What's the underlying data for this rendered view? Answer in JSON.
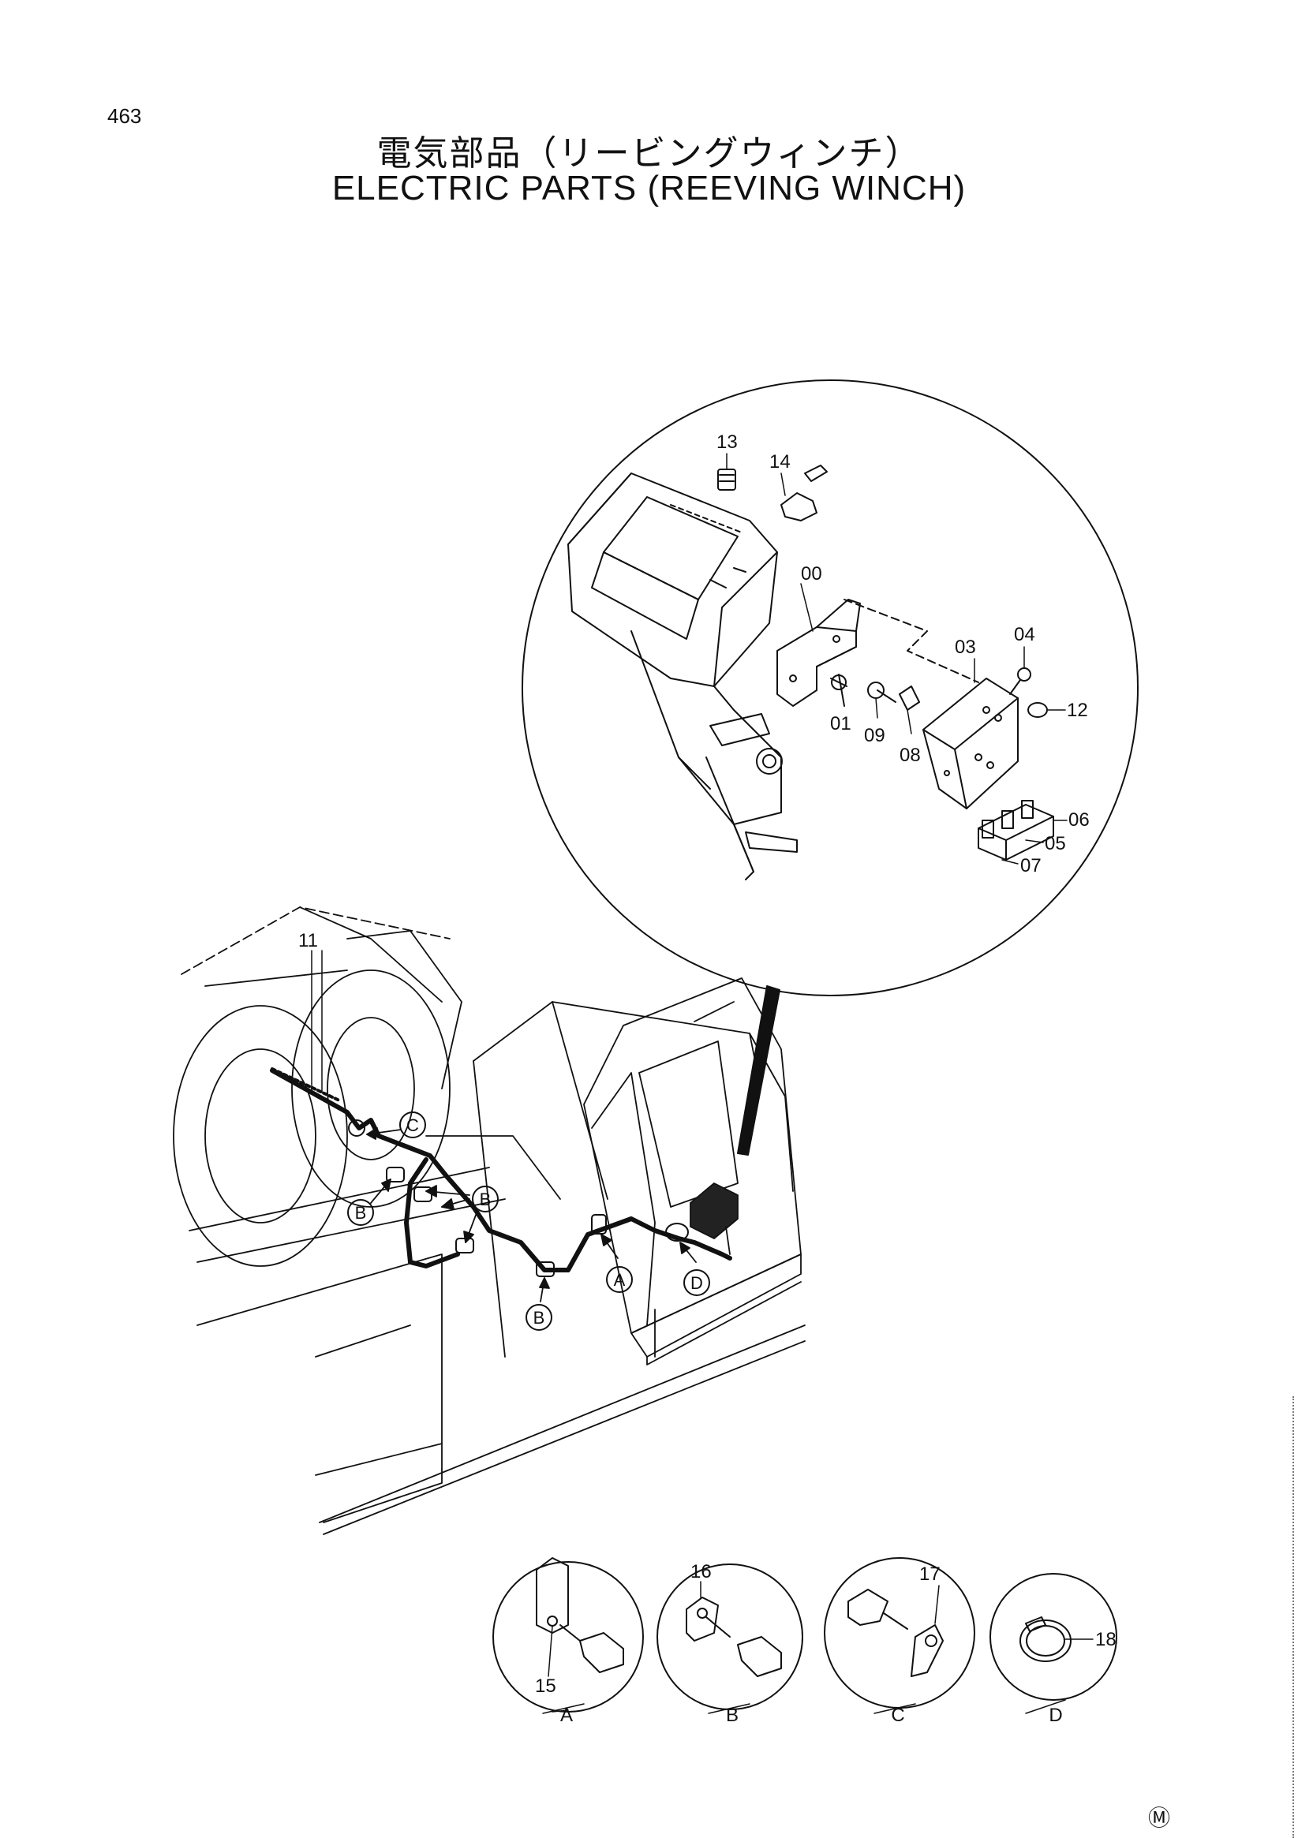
{
  "page_number": "463",
  "title_jp": "電気部品（リービングウィンチ）",
  "title_en": "ELECTRIC PARTS (REEVING WINCH)",
  "mark": "Ⓜ",
  "callouts": {
    "p13": "13",
    "p14": "14",
    "p00": "00",
    "p03": "03",
    "p04": "04",
    "p12": "12",
    "p01": "01",
    "p09": "09",
    "p08": "08",
    "p06": "06",
    "p05": "05",
    "p07": "07",
    "p11": "11",
    "p15": "15",
    "p16": "16",
    "p17": "17",
    "p18": "18"
  },
  "refs": {
    "a": "A",
    "b": "B",
    "c": "C",
    "d": "D"
  }
}
